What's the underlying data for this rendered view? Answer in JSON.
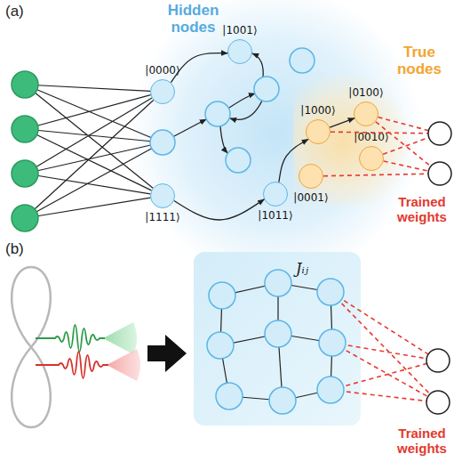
{
  "diagram": {
    "nodes": [
      {
        "text": [
          "Hidden nodes"
        ]
      },
      {
        "text": [
          "|0000⟩"
        ],
        "in": 0
      },
      {
        "text": [
          "|1001⟩"
        ],
        "in": 0
      },
      {
        "text": [
          "|1111⟩"
        ],
        "in": 0
      },
      {
        "text": [
          "|1011⟩"
        ],
        "in": 0
      },
      {
        "text": [
          "True nodes"
        ],
        "in": 0
      },
      {
        "text": [
          "|1000⟩"
        ],
        "in": 5
      },
      {
        "text": [
          "|0100⟩"
        ],
        "in": 5
      },
      {
        "text": [
          "|0001⟩"
        ],
        "in": 5
      },
      {
        "text": [
          "|0010⟩"
        ],
        "in": 5
      }
    ],
    "edges": [
      {
        "from": 1,
        "to": 2,
        "arrow": "to"
      },
      {
        "from": 3,
        "to": 4,
        "arrow": "to"
      },
      {
        "from": 4,
        "to": 6,
        "arrow": "to"
      },
      {
        "from": 6,
        "to": 7,
        "arrow": "to"
      }
    ],
    "labels": [
      "(a)",
      "Trained weights",
      "(b)",
      "Jᵢⱼ",
      "Trained weights"
    ]
  }
}
